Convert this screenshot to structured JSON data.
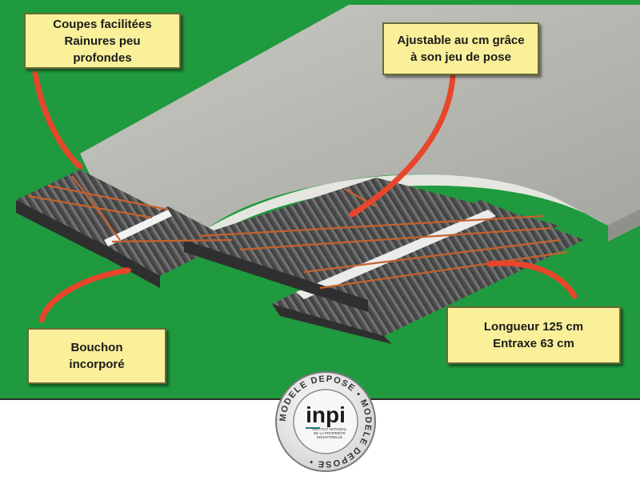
{
  "labels": {
    "coupes": [
      "Coupes facilitées",
      "Rainures peu",
      "profondes"
    ],
    "ajustable": [
      "Ajustable au cm grâce",
      "à son jeu de pose"
    ],
    "bouchon": [
      "Bouchon",
      "incorporé"
    ],
    "longueur": [
      "Longueur 125 cm",
      "Entraxe 63 cm"
    ]
  },
  "seal": {
    "logo": "inpi",
    "ring_text": "MODELE DEPOSE • MODELE DEPOSE •",
    "institute_text": [
      "INSTITUT NATIONAL",
      "DE LA PROPRIÉTÉ",
      "INDUSTRIELLE"
    ]
  },
  "colors": {
    "background_green": "#1f9a3e",
    "board_gray": "#b3b5ae",
    "panel_dark": "#4d4d4d",
    "label_yellow": "#fbf09a",
    "arrow_red": "#e8452b",
    "heating_wire": "#c5622c"
  }
}
